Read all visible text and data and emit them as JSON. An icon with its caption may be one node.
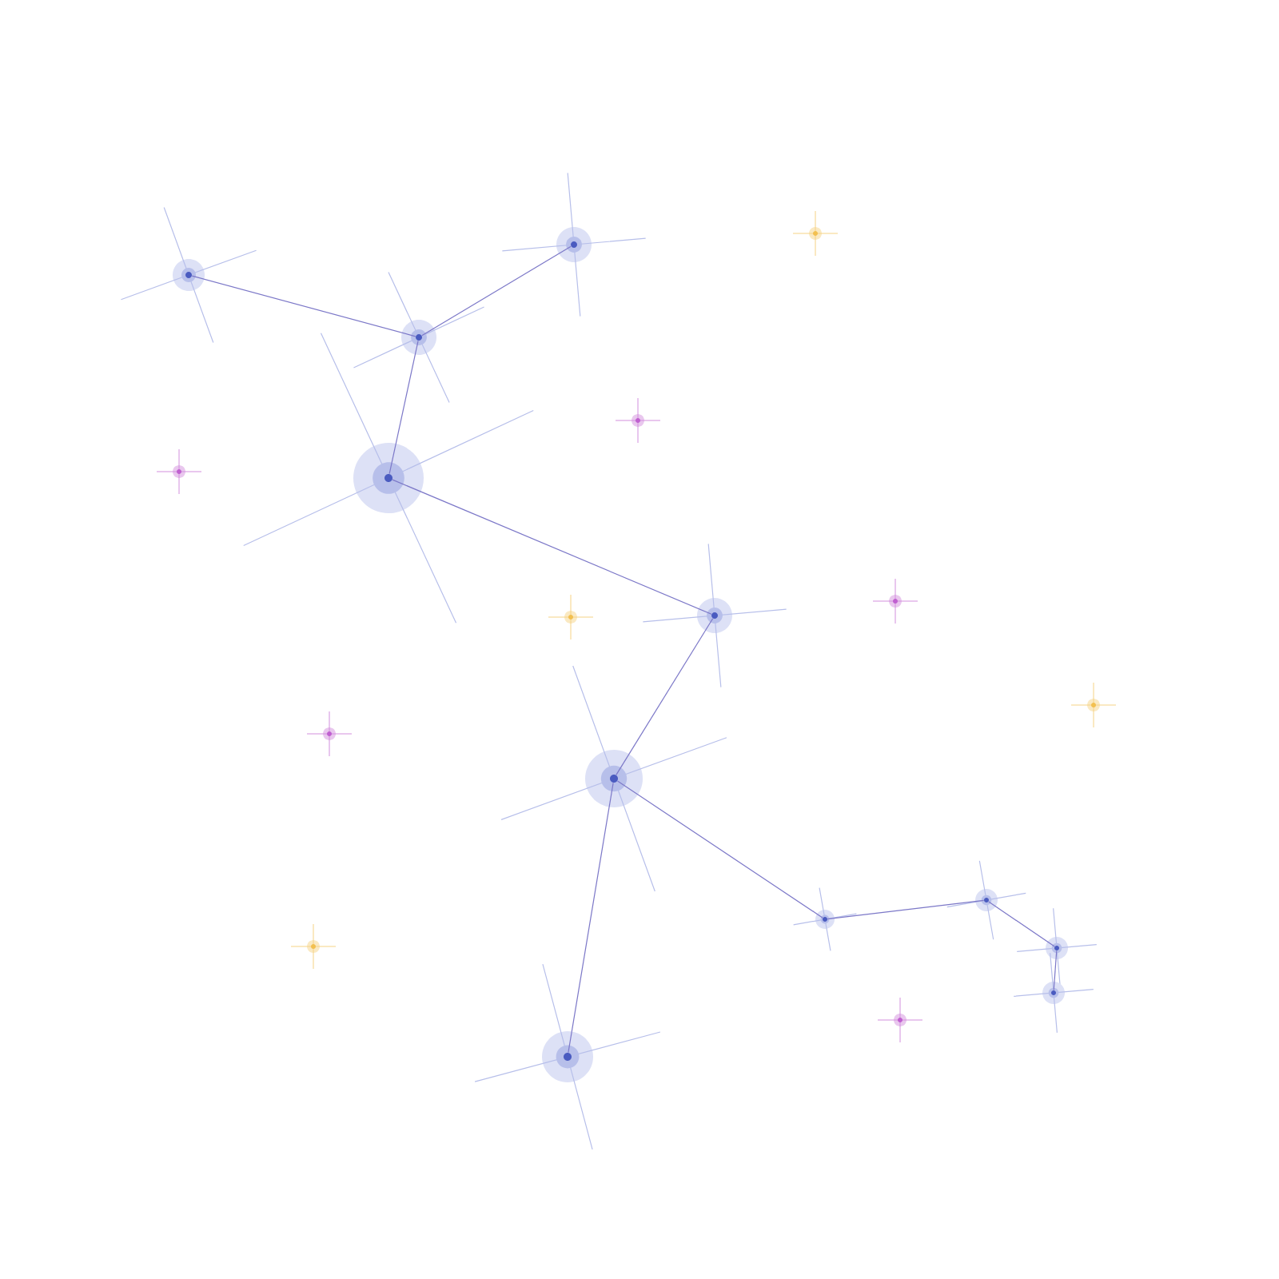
{
  "diagram": {
    "nodes": [
      {
        "text": [],
        "shape": "star"
      },
      {
        "text": [],
        "shape": "star"
      },
      {
        "text": [],
        "shape": "star"
      },
      {
        "text": [],
        "shape": "star"
      },
      {
        "text": [],
        "shape": "star"
      },
      {
        "text": [],
        "shape": "star"
      },
      {
        "text": [],
        "shape": "star"
      },
      {
        "text": [],
        "shape": "star"
      },
      {
        "text": [],
        "shape": "star"
      },
      {
        "text": [],
        "shape": "star"
      },
      {
        "text": [],
        "shape": "star"
      }
    ],
    "edges": [
      {
        "from": 0,
        "to": 1,
        "arrow": "none"
      },
      {
        "from": 1,
        "to": 2,
        "arrow": "none"
      },
      {
        "from": 1,
        "to": 3,
        "arrow": "none"
      },
      {
        "from": 3,
        "to": 4,
        "arrow": "none"
      },
      {
        "from": 4,
        "to": 5,
        "arrow": "none"
      },
      {
        "from": 5,
        "to": 6,
        "arrow": "none"
      },
      {
        "from": 5,
        "to": 7,
        "arrow": "none"
      },
      {
        "from": 7,
        "to": 8,
        "arrow": "none"
      },
      {
        "from": 8,
        "to": 9,
        "arrow": "none"
      },
      {
        "from": 9,
        "to": 10,
        "arrow": "none"
      }
    ]
  }
}
